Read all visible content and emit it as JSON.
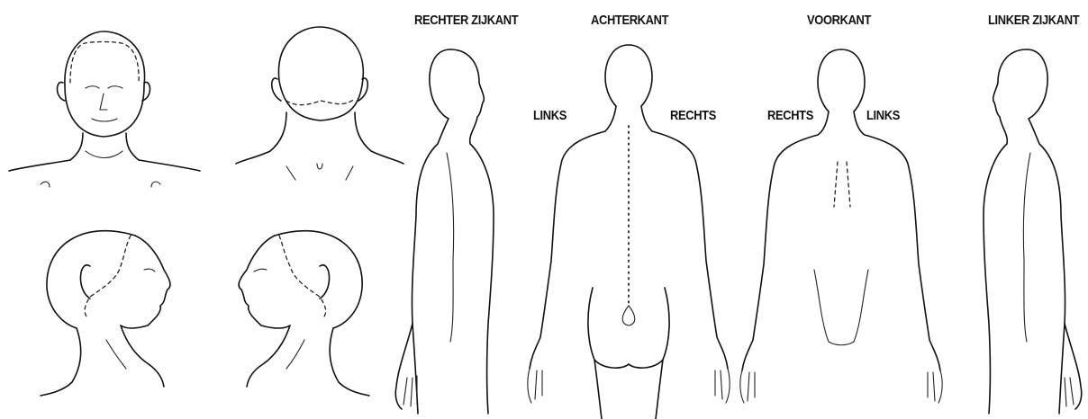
{
  "labels": {
    "right_side": "RECHTER ZIJKANT",
    "back": "ACHTERKANT",
    "front": "VOORKANT",
    "left_side": "LINKER ZIJKANT",
    "back_left": "LINKS",
    "back_right": "RECHTS",
    "front_right": "RECHTS",
    "front_left": "LINKS"
  },
  "colors": {
    "ink": "#111111",
    "background": "#ffffff"
  }
}
